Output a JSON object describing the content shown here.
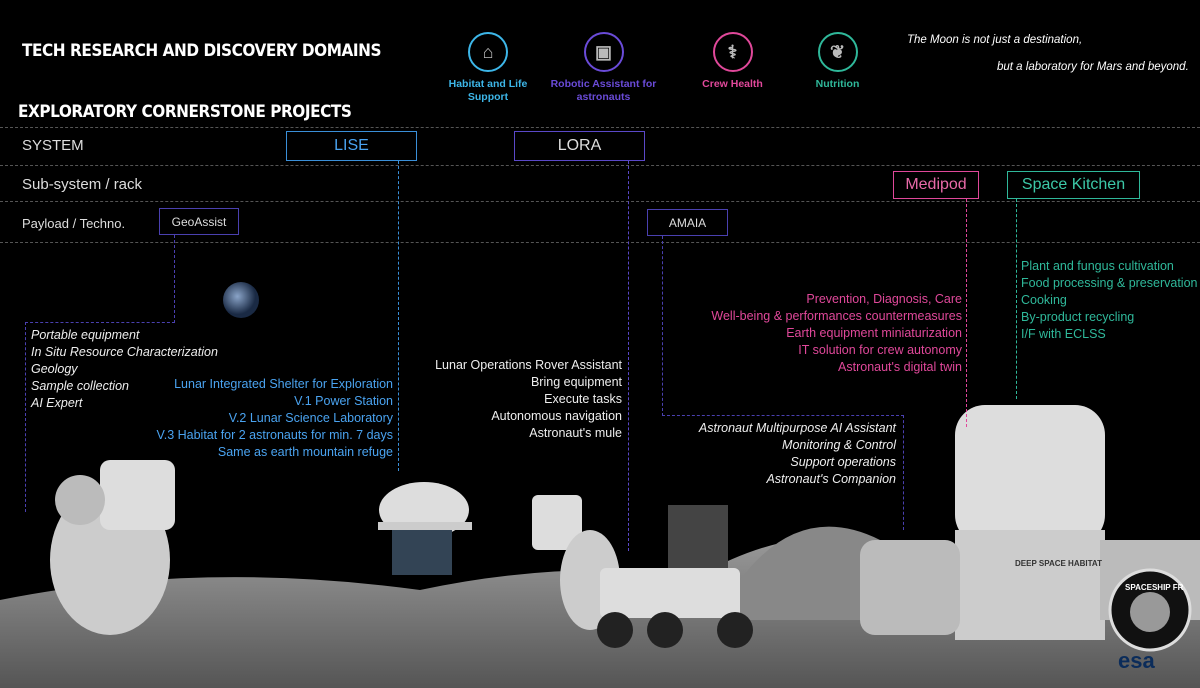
{
  "header": {
    "title": "TECH RESEARCH AND DISCOVERY DOMAINS",
    "subtitle": "EXPLORATORY CORNERSTONE PROJECTS",
    "quote_line1": "The Moon is not just a destination,",
    "quote_line2": "but a laboratory for Mars and beyond."
  },
  "domains": [
    {
      "label": "Habitat and Life Support",
      "icon": "house-heart-icon",
      "color": "#3db6e8"
    },
    {
      "label": "Robotic Assistant for astronauts",
      "icon": "chip-icon",
      "color": "#6a4bd8"
    },
    {
      "label": "Crew Health",
      "icon": "caduceus-icon",
      "color": "#e0489a"
    },
    {
      "label": "Nutrition",
      "icon": "leaf-icon",
      "color": "#2fb89a"
    }
  ],
  "rows": {
    "system": "SYSTEM",
    "subsystem": "Sub-system / rack",
    "payload": "Payload / Techno."
  },
  "projects": {
    "lise": {
      "label": "LISE",
      "color": "#3a8fd8",
      "items": [
        "Lunar Integrated Shelter for Exploration",
        "V.1 Power Station",
        "V.2 Lunar Science  Laboratory",
        "V.3 Habitat  for  2 astronauts for min. 7 days",
        "Same as earth mountain refuge"
      ]
    },
    "lora": {
      "label": "LORA",
      "color": "#5a48c8",
      "items": [
        "Lunar Operations Rover Assistant",
        "Bring equipment",
        "Execute tasks",
        "Autonomous navigation",
        "Astronaut's mule"
      ]
    },
    "medipod": {
      "label": "Medipod",
      "color": "#e0489a",
      "items": [
        "Prevention, Diagnosis, Care",
        "Well-being & performances countermeasures",
        "Earth equipment miniaturization",
        "IT solution for crew autonomy",
        "Astronaut's digital twin"
      ]
    },
    "kitchen": {
      "label": "Space Kitchen",
      "color": "#2fb89a",
      "items": [
        "Plant and fungus cultivation",
        "Food processing & preservation",
        "Cooking",
        "By-product recycling",
        "I/F with ECLSS"
      ]
    },
    "geoassist": {
      "label": "GeoAssist",
      "color": "#4a40b0",
      "items": [
        "Portable equipment",
        "In Situ Resource Characterization",
        "Geology",
        "Sample collection",
        "AI Expert"
      ]
    },
    "amaia": {
      "label": "AMAIA",
      "color": "#4a40b0",
      "items": [
        "Astronaut Multipurpose AI Assistant",
        "Monitoring & Control",
        "Support operations",
        "Astronaut's Companion"
      ]
    }
  },
  "scene": {
    "habitat_label": "DEEP SPACE HABITAT",
    "logo1": "SPACESHIP FR",
    "logo2": "esa"
  }
}
